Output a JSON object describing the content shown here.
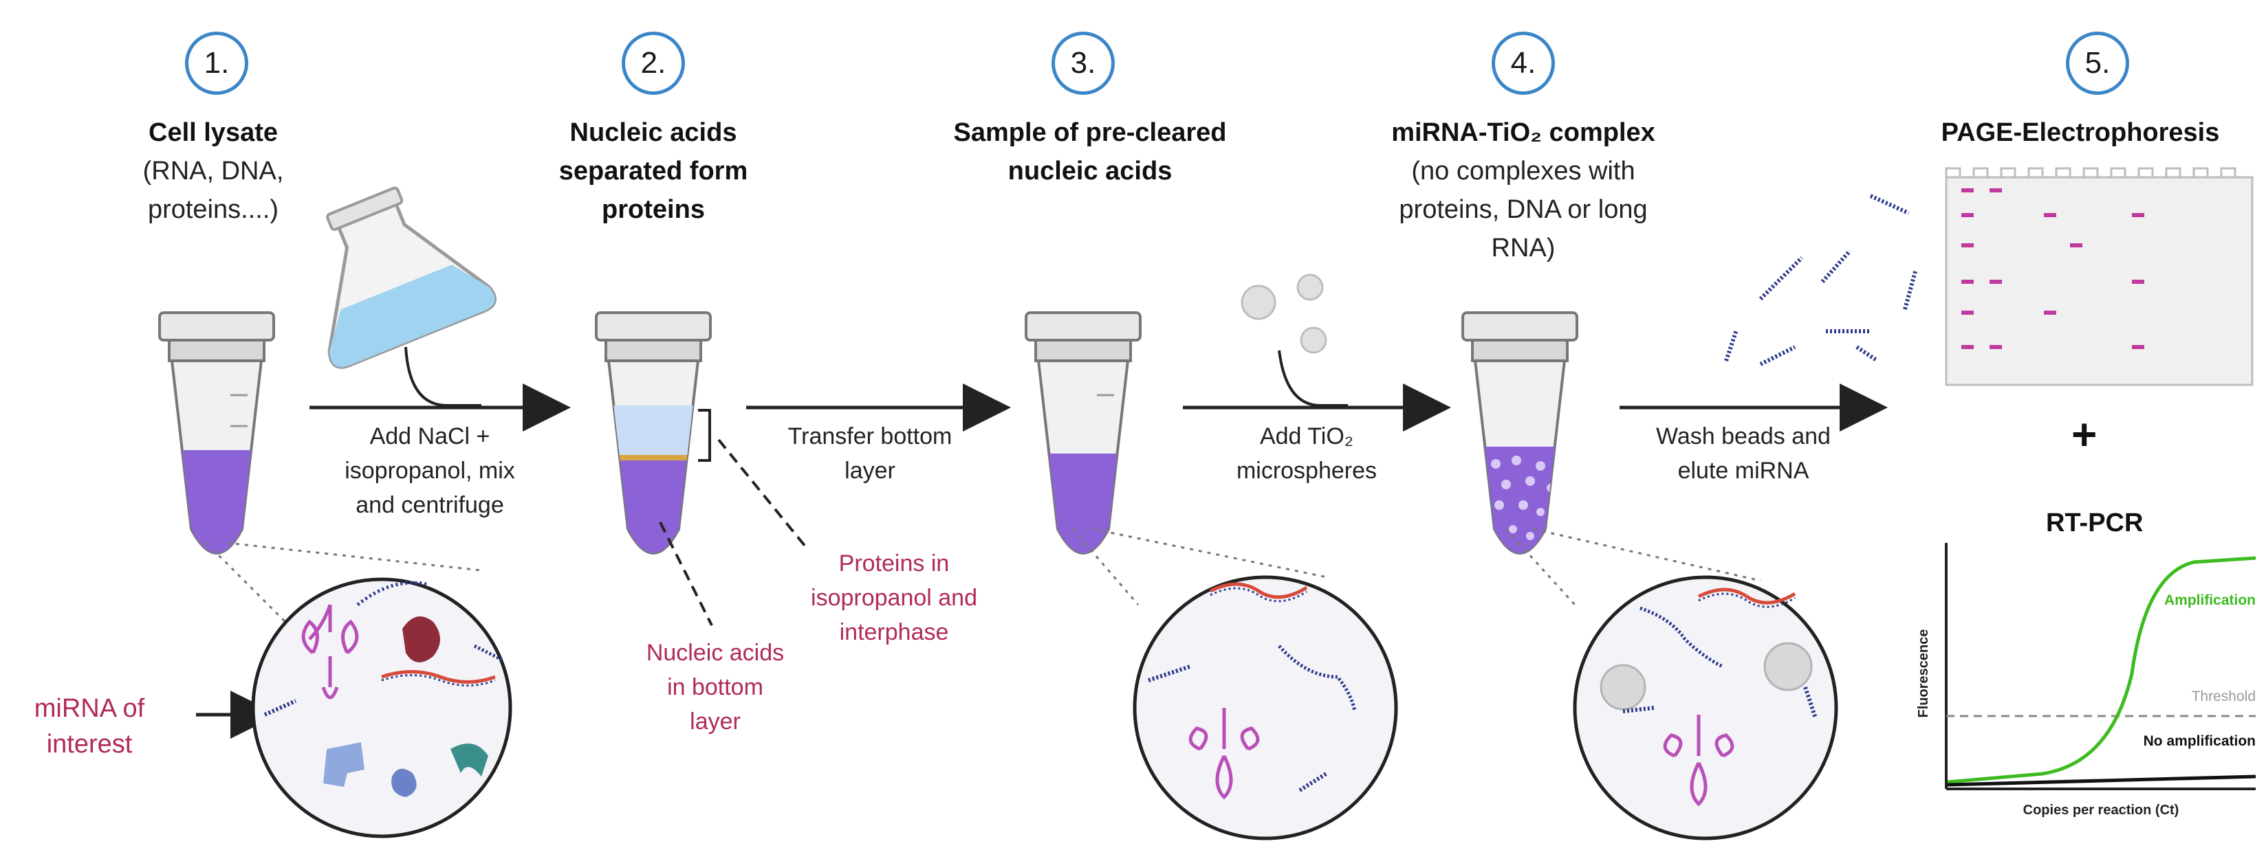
{
  "steps": [
    {
      "number": "1.",
      "title": "Cell lysate",
      "subtitle": "(RNA, DNA,\nproteins....)"
    },
    {
      "number": "2.",
      "title": "Nucleic acids\nseparated form\nproteins",
      "subtitle": ""
    },
    {
      "number": "3.",
      "title": "Sample of pre-cleared\nnucleic acids",
      "subtitle": ""
    },
    {
      "number": "4.",
      "title": "miRNA-TiO₂ complex",
      "subtitle": "(no complexes with\nproteins, DNA or long\nRNA)"
    },
    {
      "number": "5.",
      "title": "PAGE-Electrophoresis",
      "subtitle": ""
    }
  ],
  "arrows": [
    {
      "label": "Add NaCl +\nisopropanol, mix\nand centrifuge"
    },
    {
      "label": "Transfer bottom\nlayer"
    },
    {
      "label": "Add TiO₂\nmicrospheres"
    },
    {
      "label": "Wash beads and\nelute miRNA"
    }
  ],
  "annotations": {
    "mirna_of_interest": "miRNA of\ninterest",
    "proteins_layer": "Proteins in\nisopropanol and\ninterphase",
    "nucleic_bottom": "Nucleic acids\nin bottom\nlayer"
  },
  "plus_sign": "+",
  "rtpcr": {
    "title": "RT-PCR",
    "ylabel": "Fluorescence",
    "xlabel": "Copies per reaction (Ct)",
    "amplification": "Amplification",
    "threshold": "Threshold",
    "no_amplification": "No amplification"
  },
  "colors": {
    "step_circle": "#3a86c8",
    "tube_liquid": "#8b63d6",
    "annotation_red": "#b02a5a",
    "amplification_green": "#3dbb1f",
    "gel_band": "#c03a9e",
    "mirna_strand": "#2e3a8c"
  }
}
